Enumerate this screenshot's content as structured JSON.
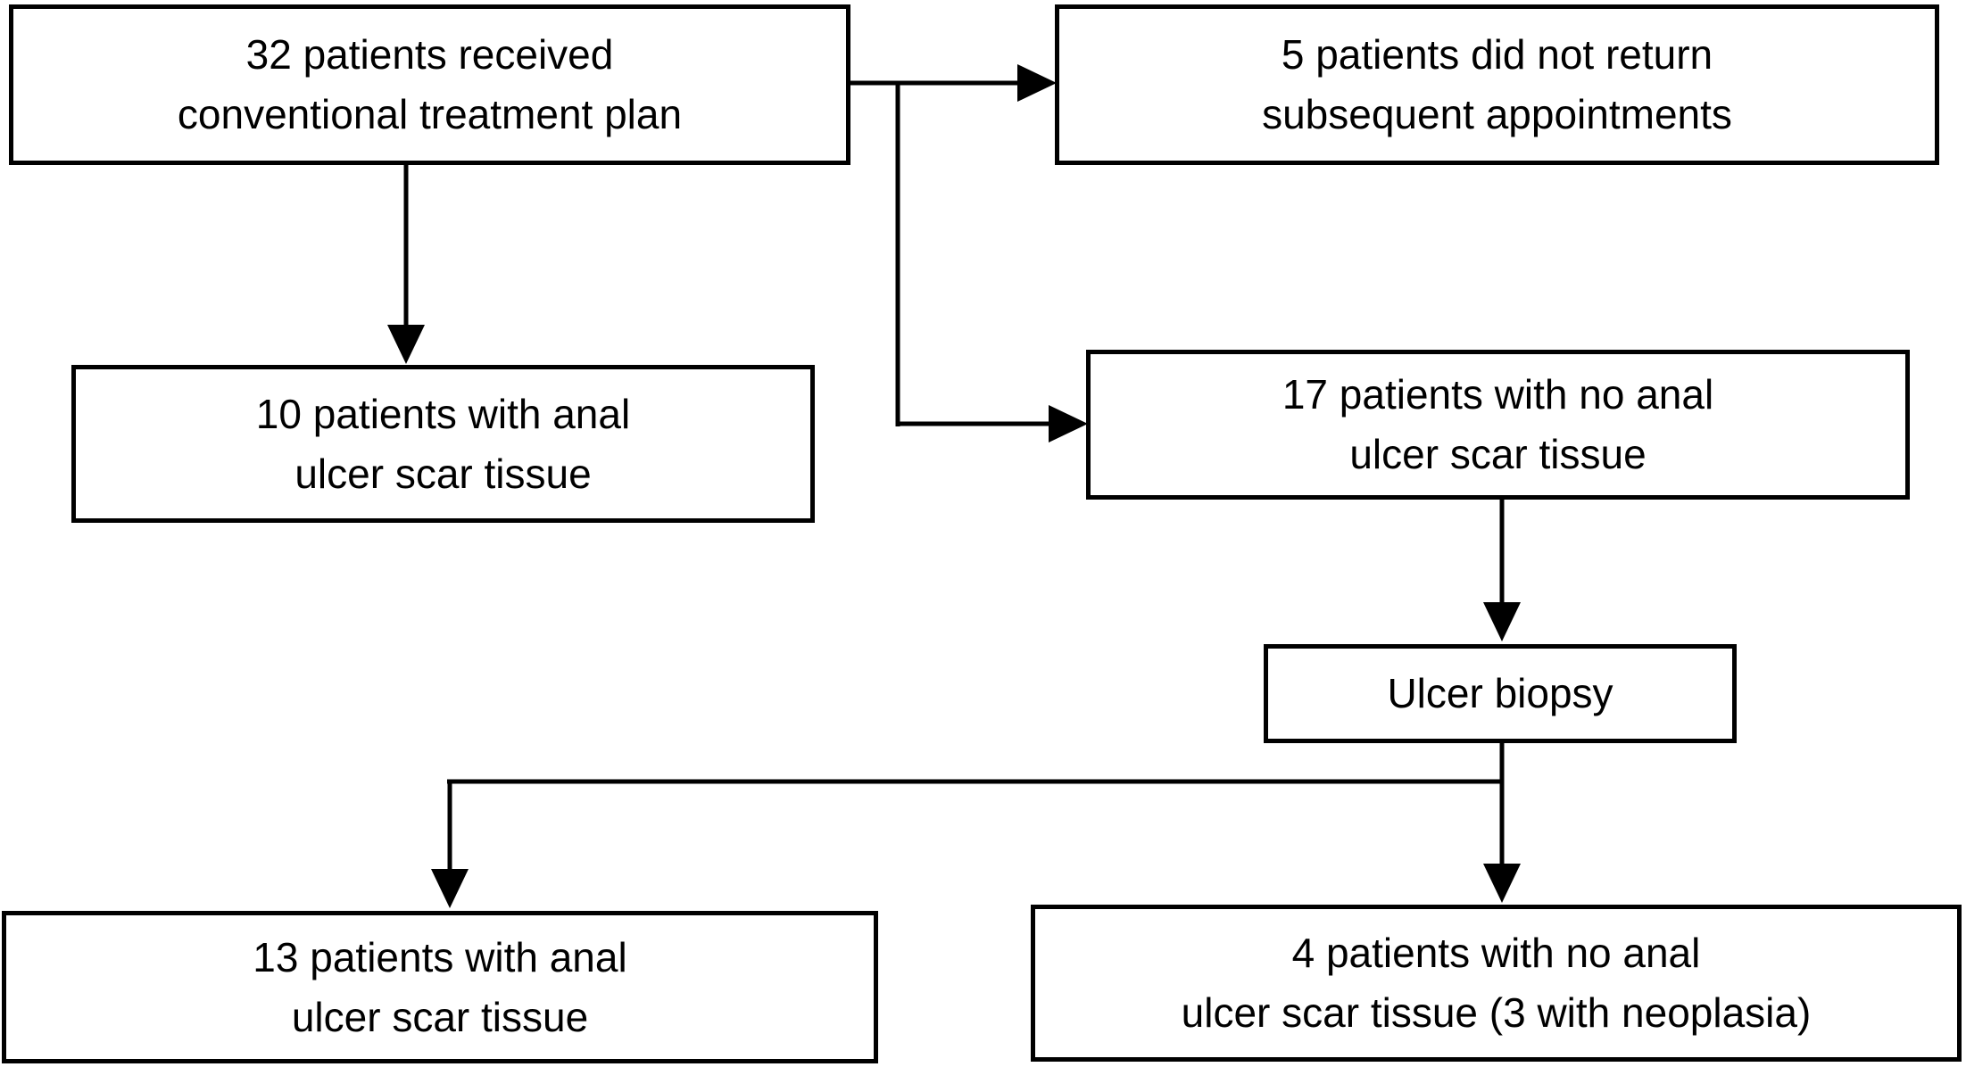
{
  "figure": {
    "type": "patient-flow-diagram",
    "background_color": "#ffffff",
    "line_color": "#000000",
    "text_color": "#000000"
  },
  "boxes": {
    "treatment": {
      "line1": "32 patients received",
      "line2": "conventional treatment plan"
    },
    "no_return": {
      "line1": "5 patients did not return",
      "line2": "subsequent appointments"
    },
    "scar10": {
      "line1": "10 patients with anal",
      "line2": "ulcer scar tissue"
    },
    "noscar17": {
      "line1": "17 patients with no anal",
      "line2": "ulcer scar tissue"
    },
    "biopsy": {
      "label": "Ulcer biopsy"
    },
    "scar13": {
      "line1": "13 patients with anal",
      "line2": "ulcer scar tissue"
    },
    "noscar4": {
      "line1": "4 patients with no anal",
      "line2": "ulcer scar tissue (3 with neoplasia)"
    }
  },
  "edges": [
    {
      "from": "32 patients received conventional treatment plan",
      "to": "5 patients did not return subsequent appointments"
    },
    {
      "from": "32 patients received conventional treatment plan",
      "to": "10 patients with anal ulcer scar tissue"
    },
    {
      "from": "32 patients received conventional treatment plan",
      "to": "17 patients with no anal ulcer scar tissue"
    },
    {
      "from": "17 patients with no anal ulcer scar tissue",
      "to": "Ulcer biopsy"
    },
    {
      "from": "Ulcer biopsy",
      "to": "13 patients with anal ulcer scar tissue"
    },
    {
      "from": "Ulcer biopsy",
      "to": "4 patients with no anal ulcer scar tissue (3 with neoplasia)"
    }
  ]
}
